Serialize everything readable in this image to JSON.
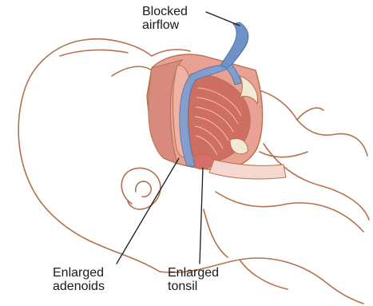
{
  "labels": {
    "blocked_airflow": [
      "Blocked",
      "airflow"
    ],
    "enlarged_adenoids": [
      "Enlarged",
      "adenoids"
    ],
    "enlarged_tonsil": [
      "Enlarged",
      "tonsil"
    ]
  },
  "colors": {
    "outline": "#b4714e",
    "tissue": "#e9a193",
    "tissue_dark": "#cf6e63",
    "airflow": "#6f93c8",
    "bone": "#f2ead4",
    "leader_line": "#1a1a1a"
  }
}
